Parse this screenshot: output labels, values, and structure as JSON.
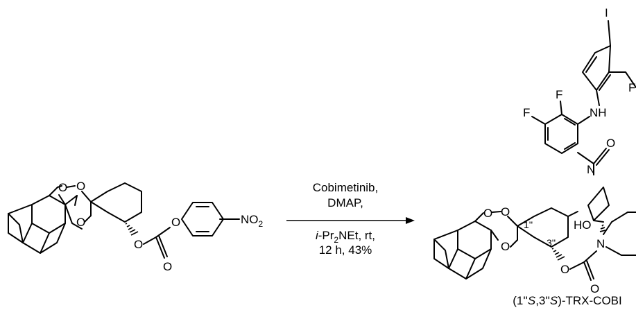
{
  "conditions": {
    "line1": "Cobimetinib,",
    "line2": "DMAP,",
    "base_prefix": "i",
    "base_rest": "-Pr",
    "base_sub": "2",
    "base_tail": "NEt, rt,",
    "line4": "12 h, 43%"
  },
  "reactant": {
    "atoms": {
      "o1": "O",
      "o2": "O",
      "o3": "O",
      "o_ester": "O",
      "o_aryl": "O",
      "o_carbonyl": "O"
    },
    "nitro": {
      "prefix": "NO",
      "sub": "2"
    }
  },
  "product": {
    "atoms": {
      "i": "I",
      "f1": "F",
      "f2": "F",
      "f3": "F",
      "nh": "NH",
      "o_amide": "O",
      "n_azet": "N",
      "ho": "HO",
      "n_pip": "N",
      "o_carb": "O",
      "o_ester": "O",
      "o1": "O",
      "o2": "O",
      "o3": "O"
    },
    "locants": {
      "c1": "1''",
      "c3": "3''"
    },
    "label": {
      "open": "(1''",
      "s1": "S",
      "mid": ",3''",
      "s2": "S",
      "close": ")-TRX-COBI"
    }
  }
}
